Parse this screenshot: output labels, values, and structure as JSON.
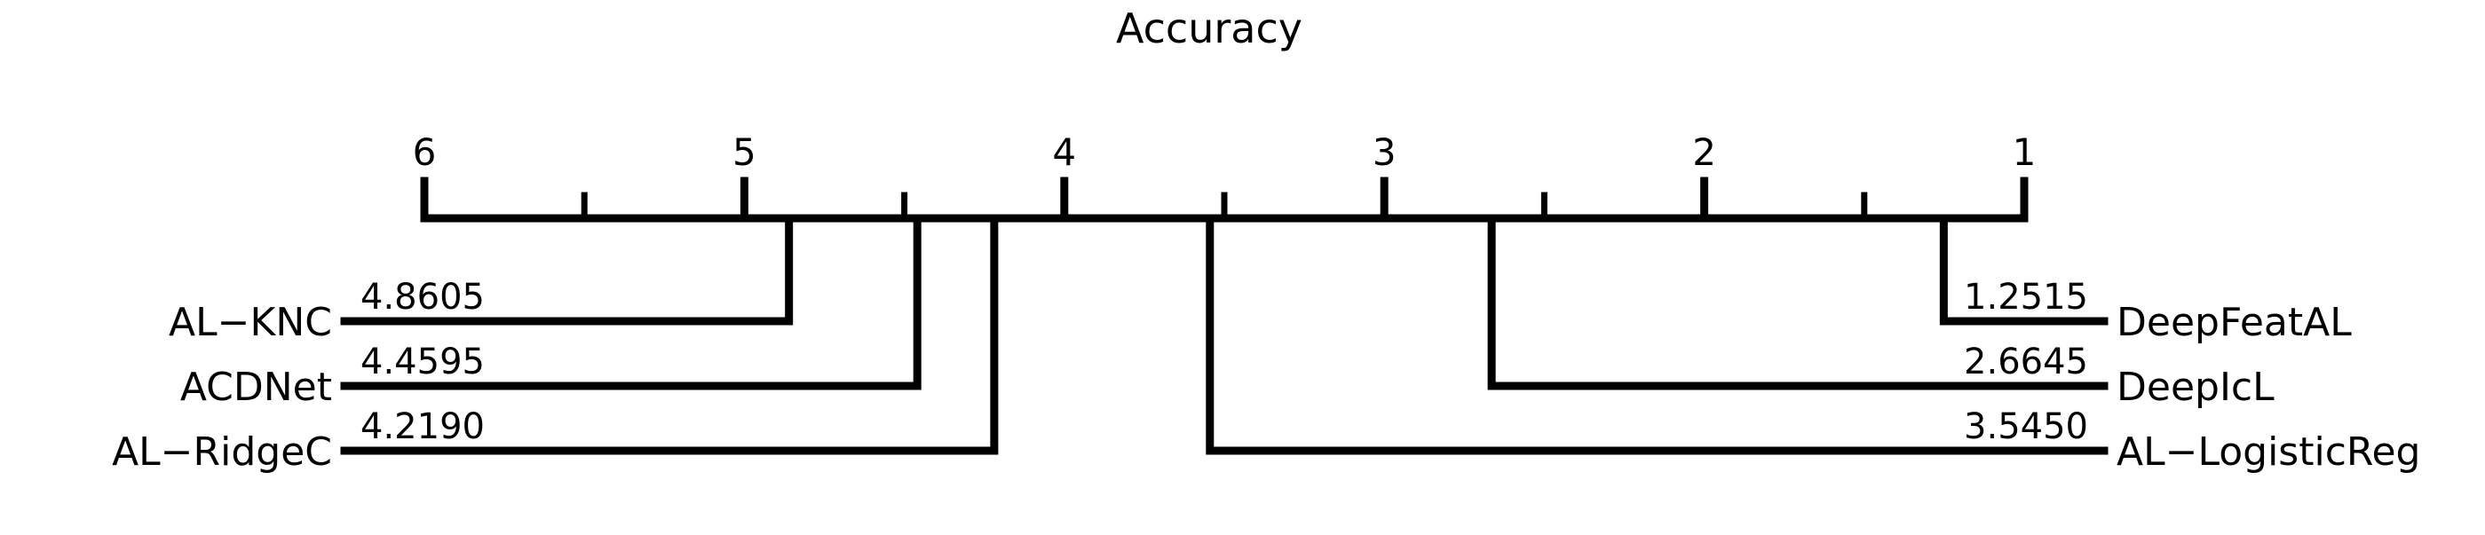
{
  "chart_data": {
    "type": "line",
    "subtype": "critical-difference-diagram",
    "title": "Accuracy",
    "xlabel": "",
    "ylabel": "",
    "axis_reversed": true,
    "xlim": [
      6,
      1
    ],
    "grid": false,
    "legend": null,
    "major_ticks": [
      "6",
      "5",
      "4",
      "3",
      "2",
      "1"
    ],
    "major_tick_values": [
      6,
      5,
      4,
      3,
      2,
      1
    ],
    "minor_tick_values": [
      5.5,
      4.5,
      3.5,
      2.5,
      1.5
    ],
    "categories": [
      "AL−KNC",
      "ACDNet",
      "AL−RidgeC",
      "DeepFeatAL",
      "DeepIcL",
      "AL−LogisticReg"
    ],
    "values": [
      4.8605,
      4.4595,
      4.219,
      1.2515,
      2.6645,
      3.545
    ],
    "value_labels": [
      "4.8605",
      "4.4595",
      "4.2190",
      "1.2515",
      "2.6645",
      "3.5450"
    ],
    "left_methods": [
      {
        "label": "AL−KNC",
        "value": 4.8605,
        "value_label": "4.8605",
        "row": 0
      },
      {
        "label": "ACDNet",
        "value": 4.4595,
        "value_label": "4.4595",
        "row": 1
      },
      {
        "label": "AL−RidgeC",
        "value": 4.219,
        "value_label": "4.2190",
        "row": 2
      }
    ],
    "right_methods": [
      {
        "label": "DeepFeatAL",
        "value": 1.2515,
        "value_label": "1.2515",
        "row": 0
      },
      {
        "label": "DeepIcL",
        "value": 2.6645,
        "value_label": "2.6645",
        "row": 1
      },
      {
        "label": "AL−LogisticReg",
        "value": 3.545,
        "value_label": "3.5450",
        "row": 2
      }
    ],
    "cliques": [],
    "line_color": "#000000",
    "background_color": "#ffffff"
  }
}
